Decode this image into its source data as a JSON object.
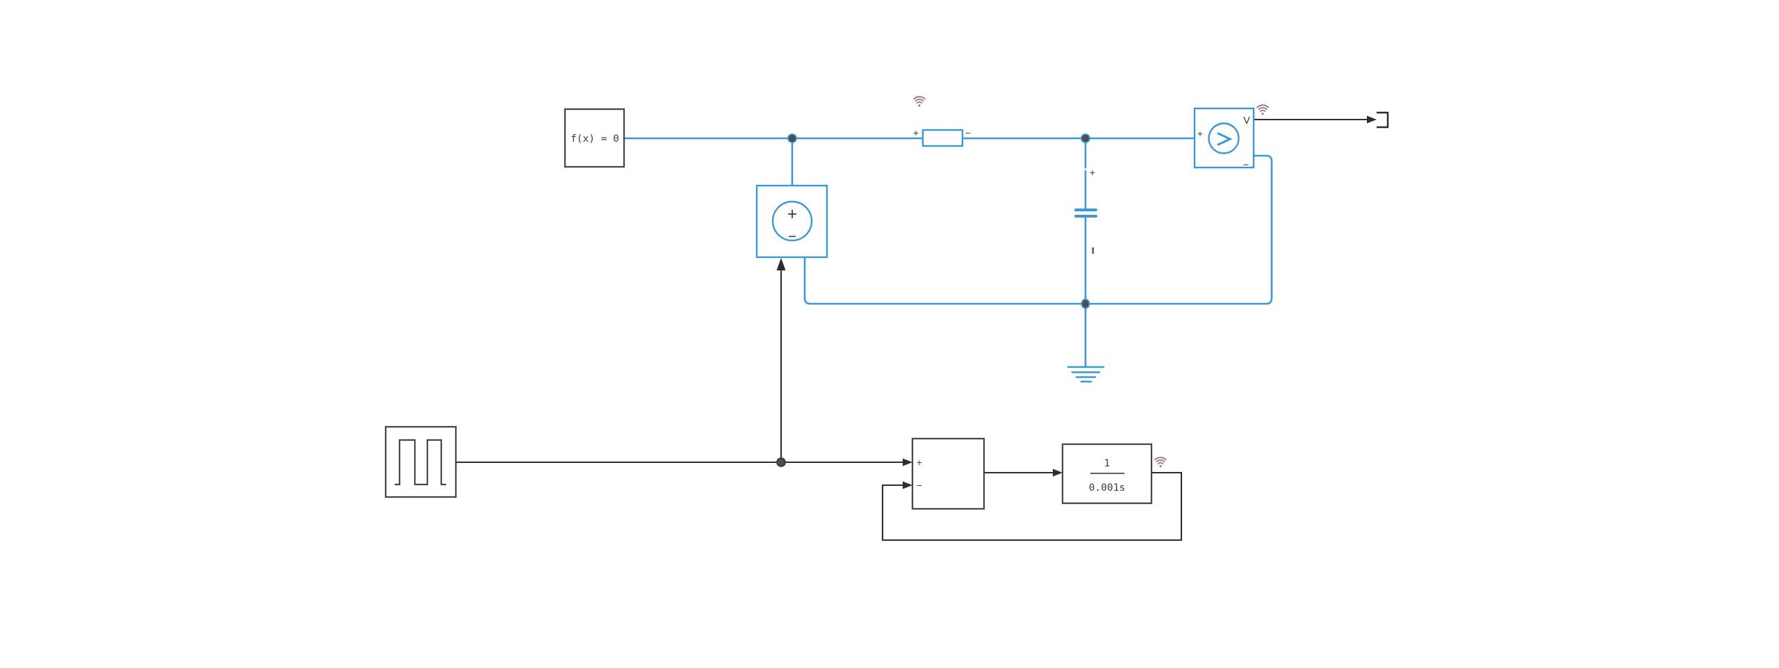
{
  "app": {
    "title": "Simulink block diagram canvas"
  },
  "colors": {
    "physical_network": "#3a99d4",
    "signal_line": "#2d2d2d",
    "block_border": "#474747",
    "junction_node": "#4d4d4d",
    "logging_badge": "#9c648c",
    "label_text": "#3c3c3c",
    "canvas_background": "#ffffff"
  },
  "blocks": {
    "solver_config": {
      "label": "f(x) = 0"
    },
    "pulse_generator": {
      "icon": "square-wave-icon"
    },
    "controlled_voltage_source": {
      "plus_label": "+",
      "minus_label": "−"
    },
    "resistor": {
      "plus_label": "+",
      "minus_label": "−"
    },
    "capacitor": {
      "plus_label": "+"
    },
    "voltage_sensor": {
      "plus_label": "+",
      "minus_label": "−",
      "output_label": "V",
      "glyph": "greater-than-icon"
    },
    "sum_subtract": {
      "plus_label": "+",
      "minus_label": "−"
    },
    "transfer_fcn": {
      "numerator": "1",
      "denominator": "0.001s"
    }
  },
  "icons": {
    "logging_badge": "wifi-icon",
    "ground": "ground-icon",
    "terminator": "bracket-port-icon"
  }
}
